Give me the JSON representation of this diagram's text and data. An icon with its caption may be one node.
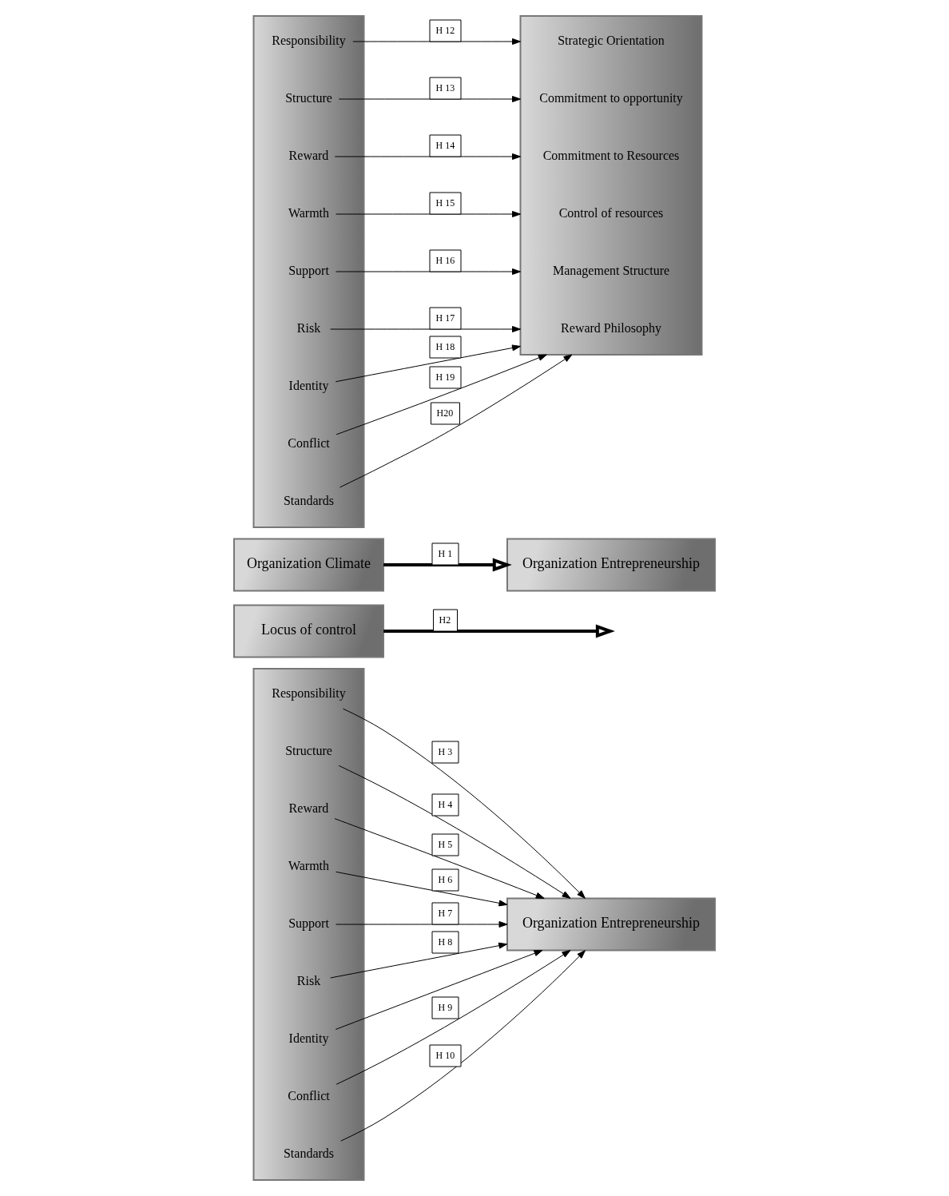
{
  "diagram": {
    "nodes": [
      {
        "text": [],
        "shape": "box"
      },
      {
        "text": [
          "Responsibility"
        ],
        "in": 0
      },
      {
        "text": [
          "Structure"
        ],
        "in": 0
      },
      {
        "text": [
          "Reward"
        ],
        "in": 0
      },
      {
        "text": [
          "Warmth"
        ],
        "in": 0
      },
      {
        "text": [
          "Support"
        ],
        "in": 0
      },
      {
        "text": [
          "Risk"
        ],
        "in": 0
      },
      {
        "text": [
          "Identity"
        ],
        "in": 0
      },
      {
        "text": [
          "Conflict"
        ],
        "in": 0
      },
      {
        "text": [
          "Standards"
        ],
        "in": 0
      },
      {
        "text": [
          "Organization Entrepreneurship"
        ]
      },
      {
        "text": [
          "Locus of control"
        ]
      },
      {
        "text": [
          "Organization Climate"
        ]
      },
      {
        "text": [
          "Organization Entrepreneurship"
        ]
      },
      {
        "text": [],
        "shape": "box"
      },
      {
        "text": [
          "Responsibility"
        ],
        "in": 14
      },
      {
        "text": [
          "Structure"
        ],
        "in": 14
      },
      {
        "text": [
          "Reward"
        ],
        "in": 14
      },
      {
        "text": [
          "Warmth"
        ],
        "in": 14
      },
      {
        "text": [
          "Support"
        ],
        "in": 14
      },
      {
        "text": [
          "Risk"
        ],
        "in": 14
      },
      {
        "text": [
          "Identity"
        ],
        "in": 14
      },
      {
        "text": [
          "Conflict"
        ],
        "in": 14
      },
      {
        "text": [
          "Standards"
        ],
        "in": 14
      },
      {
        "text": [],
        "shape": "box"
      },
      {
        "text": [
          "Strategic Orientation"
        ],
        "in": 24
      },
      {
        "text": [
          "Commitment to opportunity"
        ],
        "in": 24
      },
      {
        "text": [
          "Commitment to Resources"
        ],
        "in": 24
      },
      {
        "text": [
          "Control of resources"
        ],
        "in": 24
      },
      {
        "text": [
          "Management Structure"
        ],
        "in": 24
      },
      {
        "text": [
          "Reward Philosophy"
        ],
        "in": 24
      }
    ],
    "edges": [
      {
        "from": 1,
        "to": 10,
        "arrow": "to",
        "label": "H 3"
      },
      {
        "from": 2,
        "to": 10,
        "arrow": "to",
        "label": "H 4"
      },
      {
        "from": 3,
        "to": 10,
        "arrow": "to",
        "label": "H 5"
      },
      {
        "from": 4,
        "to": 10,
        "arrow": "to",
        "label": "H 6"
      },
      {
        "from": 5,
        "to": 10,
        "arrow": "to",
        "label": "H 7"
      },
      {
        "from": 6,
        "to": 10,
        "arrow": "to",
        "label": "H 8"
      },
      {
        "from": 7,
        "to": 10,
        "arrow": "to"
      },
      {
        "from": 8,
        "to": 10,
        "arrow": "to",
        "label": "H 9"
      },
      {
        "from": 9,
        "to": 10,
        "arrow": "to",
        "label": "H 10"
      },
      {
        "from": 11,
        "to": null,
        "arrow": "to",
        "label": "H2",
        "style": "thick"
      },
      {
        "from": 12,
        "to": 13,
        "arrow": "to",
        "label": "H 1",
        "style": "thick"
      },
      {
        "from": 15,
        "to": 24,
        "arrow": "to",
        "label": "H 12"
      },
      {
        "from": 16,
        "to": 24,
        "arrow": "to",
        "label": "H 13"
      },
      {
        "from": 17,
        "to": 24,
        "arrow": "to",
        "label": "H 14"
      },
      {
        "from": 18,
        "to": 24,
        "arrow": "to",
        "label": "H 15"
      },
      {
        "from": 19,
        "to": 24,
        "arrow": "to",
        "label": "H 16"
      },
      {
        "from": 20,
        "to": 24,
        "arrow": "to",
        "label": "H 17"
      },
      {
        "from": 21,
        "to": 24,
        "arrow": "to",
        "label": "H 18"
      },
      {
        "from": 22,
        "to": 24,
        "arrow": "to",
        "label": "H 19"
      },
      {
        "from": 23,
        "to": 24,
        "arrow": "to",
        "label": "H20"
      }
    ]
  }
}
